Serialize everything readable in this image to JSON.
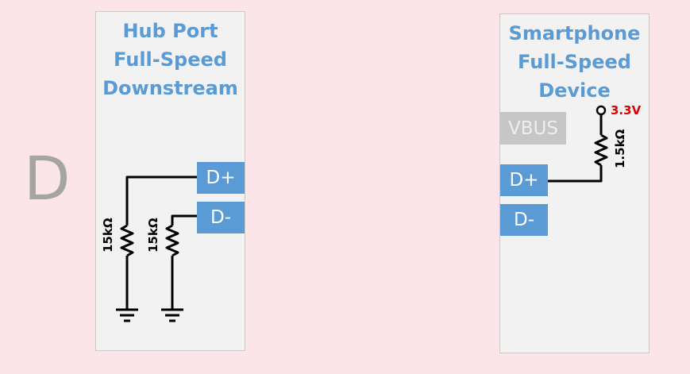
{
  "page_letter": "D",
  "hub": {
    "title_lines": [
      "Hub Port",
      "Full-Speed",
      "Downstream"
    ],
    "pins": {
      "dplus": "D+",
      "dminus": "D-"
    },
    "resistors": {
      "r1": "15kΩ",
      "r2": "15kΩ"
    }
  },
  "device": {
    "title_lines": [
      "Smartphone",
      "Full-Speed",
      "Device"
    ],
    "pins": {
      "vbus": "VBUS",
      "dplus": "D+",
      "dminus": "D-"
    },
    "resistor": "1.5kΩ",
    "voltage": "3.3V"
  },
  "colors": {
    "background": "#fbe5e8",
    "accent": "#5b9bd5",
    "voltage": "#e00000"
  }
}
